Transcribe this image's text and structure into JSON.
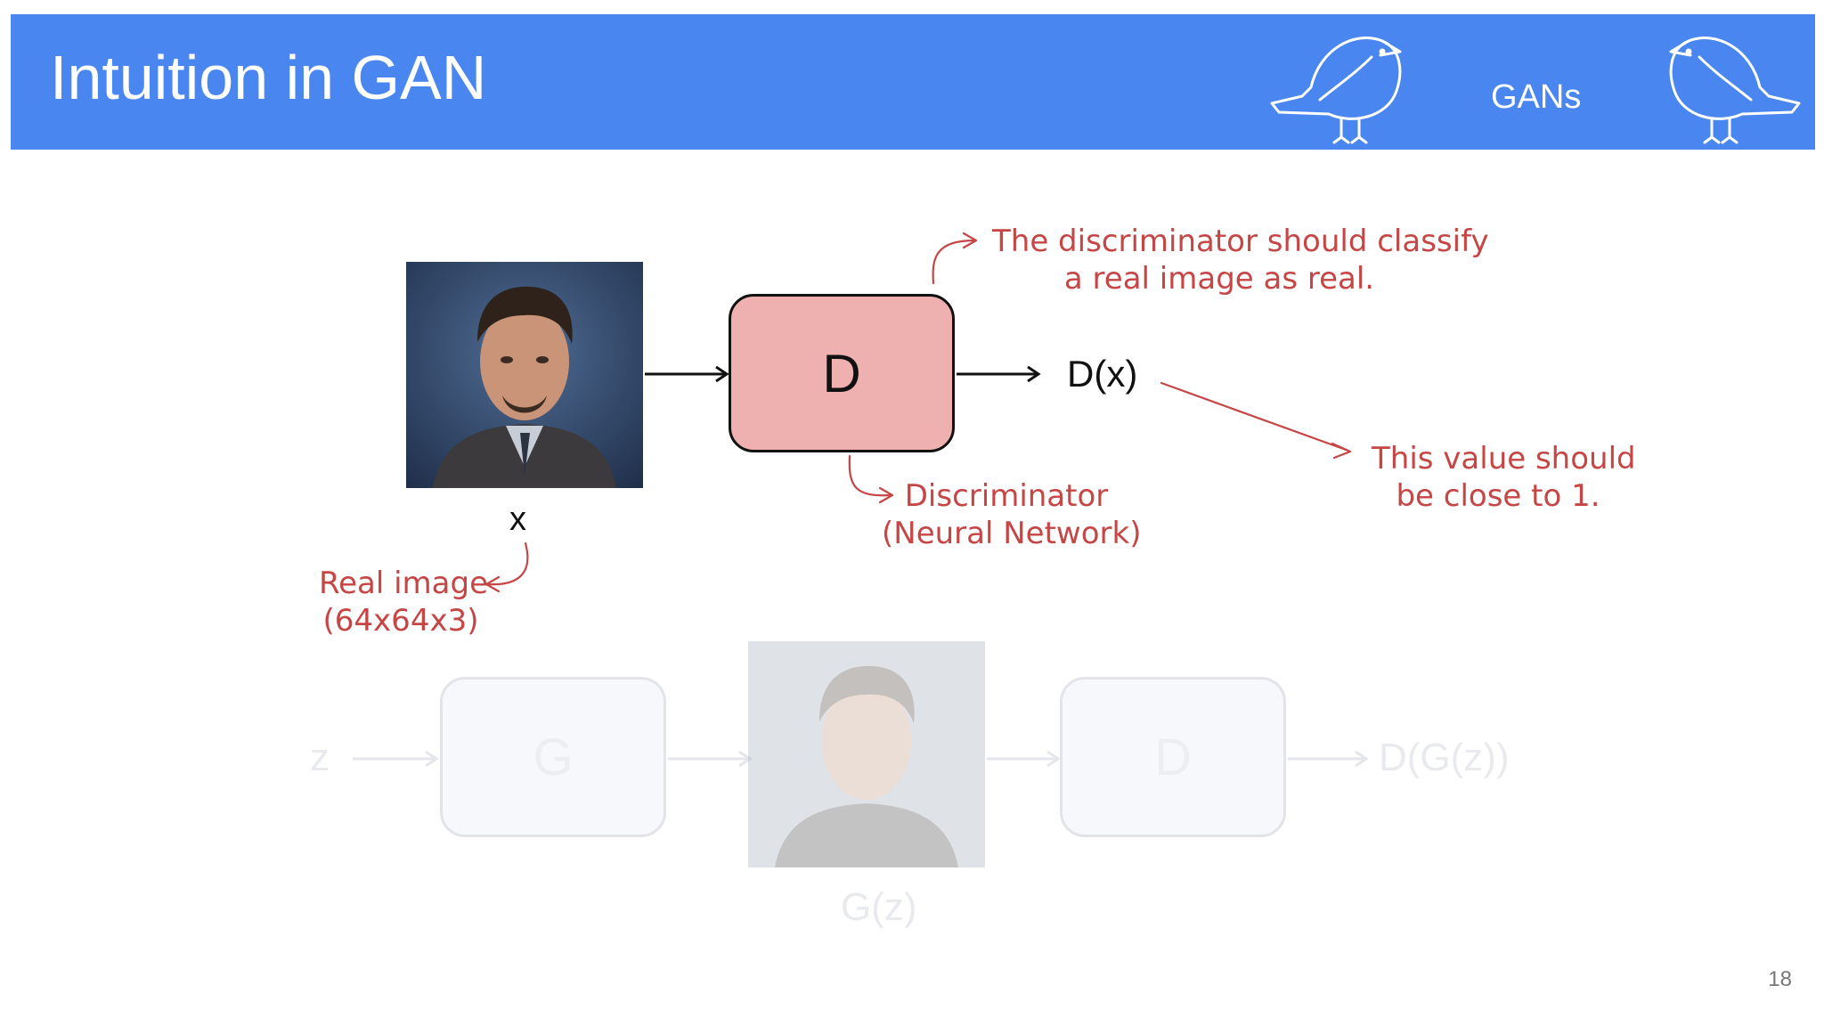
{
  "header": {
    "title": "Intuition in GAN",
    "badge": "GANs",
    "color": "#4a86f0"
  },
  "diagram": {
    "real_box_label": "D",
    "real_output": "D(x)",
    "real_input_label": "x",
    "real_image_note": [
      "Real image",
      "(64x64x3)"
    ],
    "discriminator_note": [
      "Discriminator",
      "(Neural Network)"
    ],
    "classify_note": [
      "The discriminator should classify",
      "a real image as real."
    ],
    "value_note": [
      "This value should",
      "be close to 1."
    ],
    "ghost": {
      "input": "z",
      "generator_label": "G",
      "discriminator_label": "D",
      "output": "D(G(z))",
      "generated_label": "G(z)"
    },
    "annotation_color": "#c64545",
    "box_color": "#efb1b0"
  },
  "page_number": "18"
}
